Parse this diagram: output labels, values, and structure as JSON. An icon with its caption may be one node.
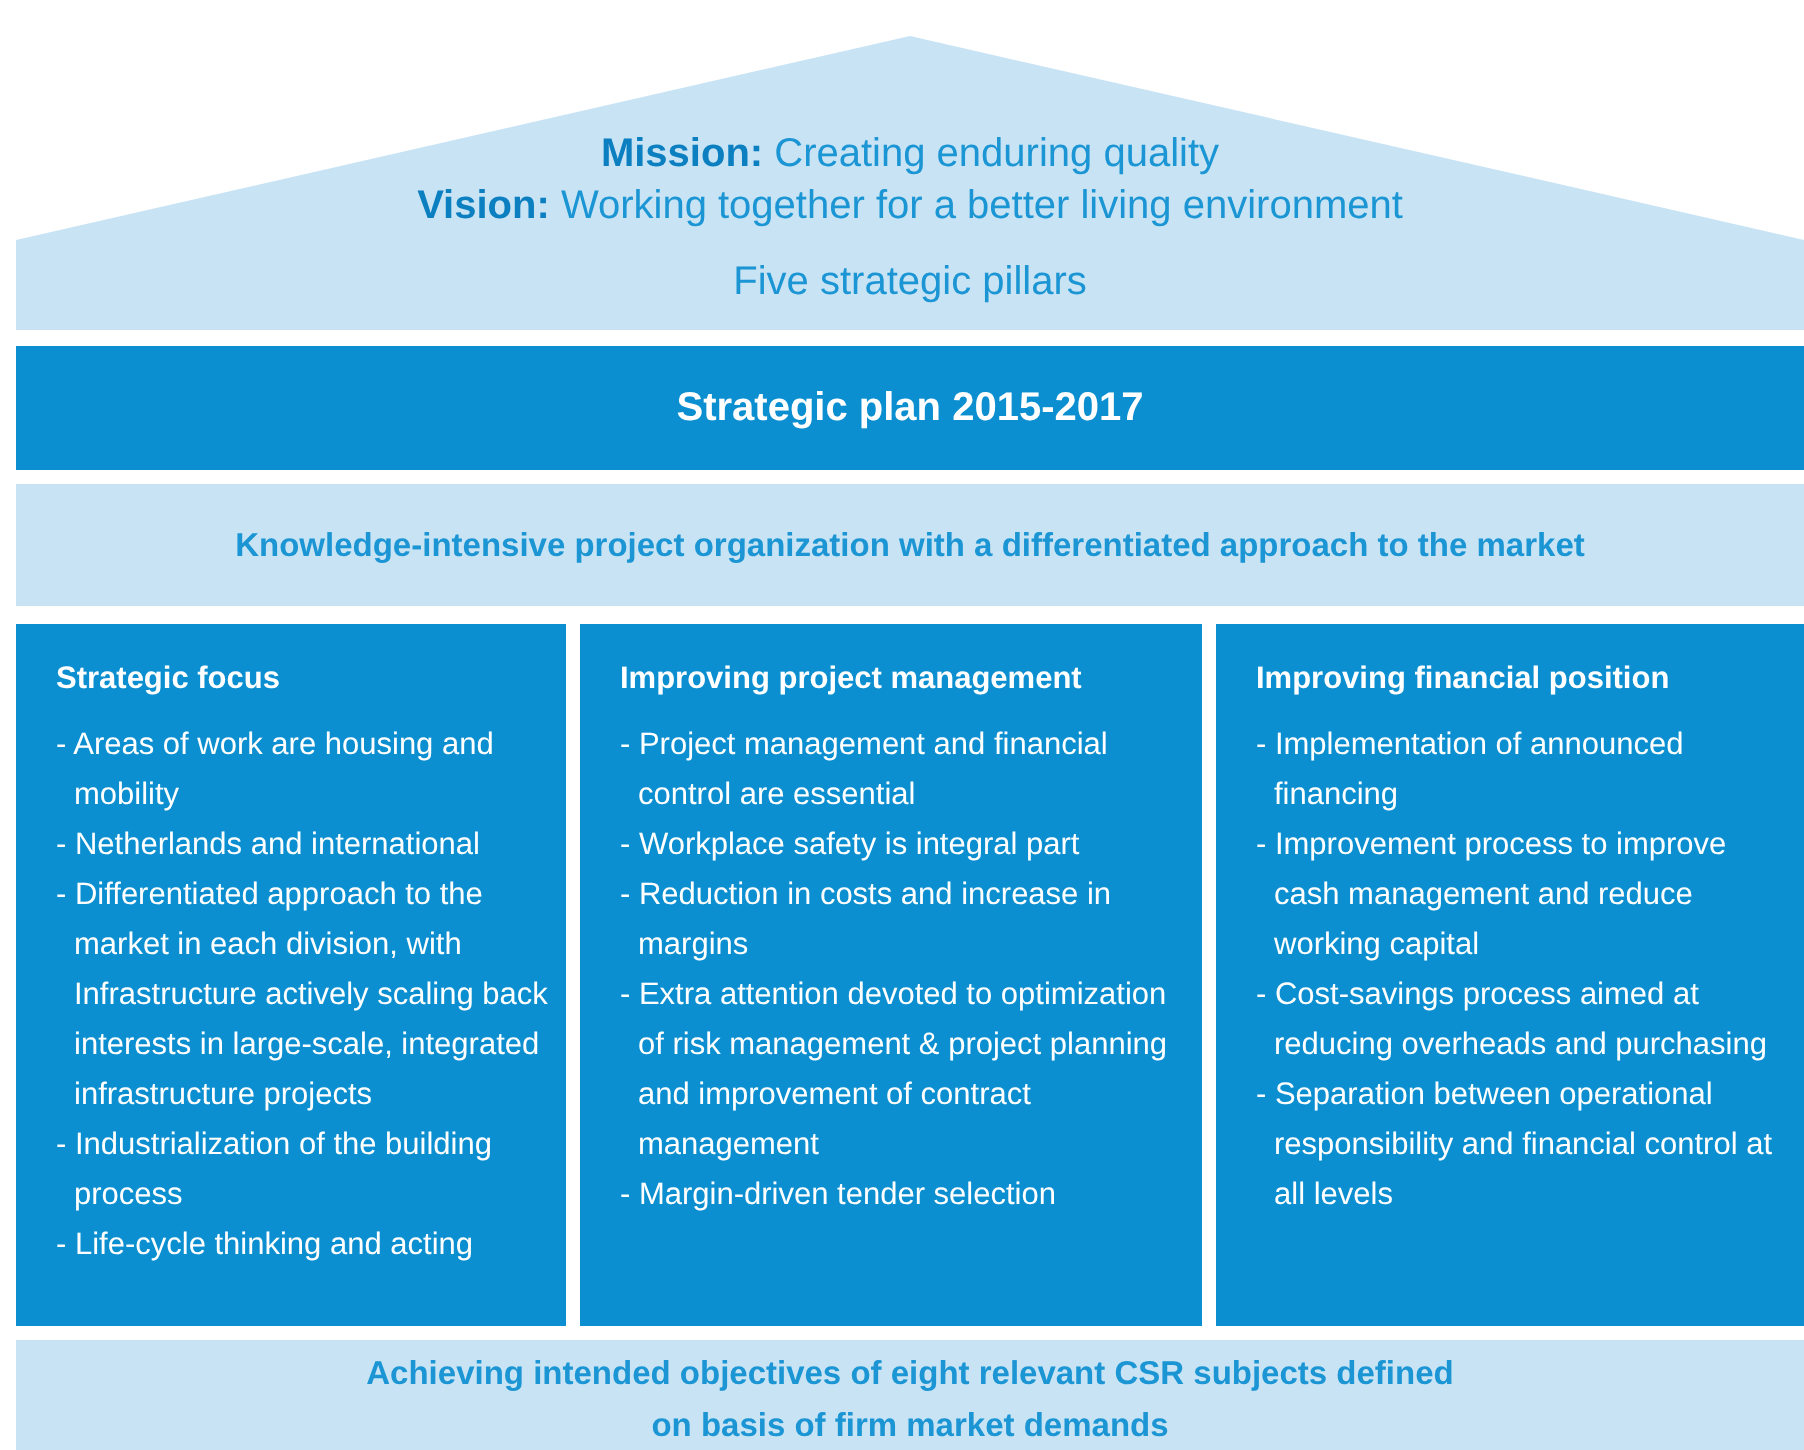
{
  "diagram": {
    "nodes": [
      {
        "text": [
          "**Mission:** Creating enduring quality",
          "**Vision:** Working together for a better living environment",
          "Five strategic pillars"
        ]
      },
      {
        "text": [
          "Strategic plan 2015-2017"
        ]
      },
      {
        "text": [
          "Knowledge-intensive project organization with a differentiated approach to the market"
        ]
      },
      {
        "text": [
          "Strategic focus",
          "- Areas of work are housing and mobility",
          "- Netherlands and international",
          "- Differentiated approach to the market in each division, with Infrastructure actively scaling back interests in large-scale, integrated infrastructure projects",
          "- Industrialization of the building process",
          "- Life-cycle thinking and acting"
        ]
      },
      {
        "text": [
          "Improving project management",
          "- Project management and financial control are essential",
          "- Workplace safety is integral part",
          "- Reduction in costs and increase in margins",
          "- Extra attention devoted to optimization of risk management & project planning and improvement of contract management",
          "- Margin-driven tender selection"
        ]
      },
      {
        "text": [
          "Improving financial position",
          "- Implementation of announced financing",
          "- Improvement process to improve cash management and reduce working capital",
          "- Cost-savings process aimed at reducing overheads and purchasing",
          "- Separation between operational responsibility and financial control at all levels"
        ]
      },
      {
        "text": [
          "Achieving intended objectives of eight relevant CSR subjects defined on basis of firm market demands"
        ]
      }
    ]
  }
}
